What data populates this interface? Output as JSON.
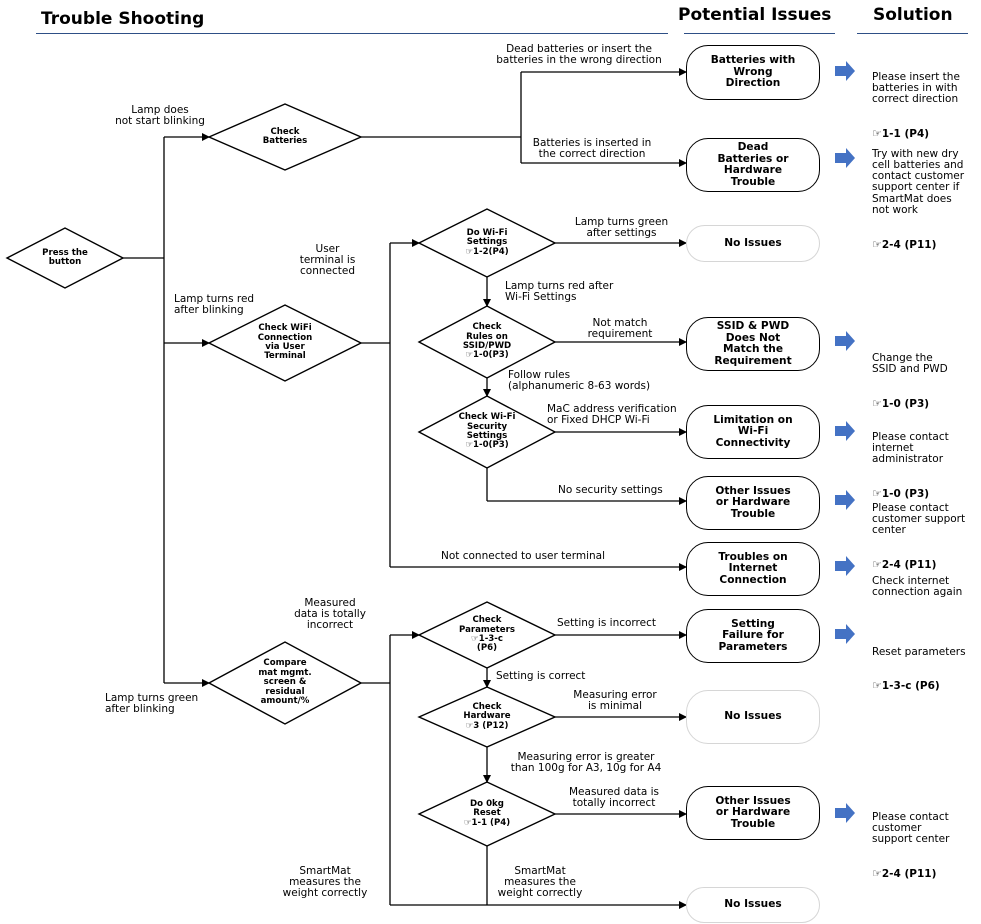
{
  "headers": {
    "trouble_shooting": "Trouble Shooting",
    "potential_issues": "Potential Issues",
    "solution": "Solution"
  },
  "decisions": {
    "press": "Press the\nbutton",
    "check_batteries": "Check\nBatteries",
    "check_wifi": "Check WiFi\nConnection\nvia User\nTerminal",
    "do_wifi": "Do Wi-Fi\nSettings\n☞1-2(P4)",
    "check_rules": "Check\nRules on\nSSID/PWD\n☞1-0(P3)",
    "check_security": "Check Wi-Fi\nSecurity\nSettings\n☞1-0(P3)",
    "compare": "Compare\nmat mgmt.\nscreen &\nresidual\namount/%",
    "check_params": "Check\nParameters\n☞1-3-c\n(P6)",
    "check_hardware": "Check\nHardware\n☞3 (P12)",
    "do_reset": "Do 0kg\nReset\n☞1-1 (P4)"
  },
  "issues": {
    "batteries_wrong": "Batteries with\nWrong\nDirection",
    "dead_batteries": "Dead\nBatteries or\nHardware\nTrouble",
    "no_issues_1": "No Issues",
    "ssid_pwd": "SSID & PWD\nDoes Not\nMatch the\nRequirement",
    "limitation": "Limitation on\nWi-Fi\nConnectivity",
    "other_1": "Other Issues\nor Hardware\nTrouble",
    "internet": "Troubles on\nInternet\nConnection",
    "setting_failure": "Setting\nFailure for\nParameters",
    "no_issues_2": "No Issues",
    "other_2": "Other Issues\nor Hardware\nTrouble",
    "no_issues_3": "No Issues"
  },
  "edge_labels": {
    "lamp_not_blink": "Lamp does\nnot start blinking",
    "lamp_red_blink": "Lamp turns red\nafter blinking",
    "lamp_green_blink": "Lamp turns green\nafter blinking",
    "dead_or_wrong": "Dead batteries or insert the\nbatteries in the wrong direction",
    "inserted_correct": "Batteries is inserted in\nthe correct direction",
    "user_connected": "User\nterminal is\nconnected",
    "green_after": "Lamp turns green\nafter settings",
    "red_after": "Lamp turns red after\nWi-Fi Settings",
    "not_match": "Not match\nrequirement",
    "follow_rules": "Follow rules\n(alphanumeric 8-63 words)",
    "mac_verify": "MaC address verification\nor Fixed DHCP Wi-Fi",
    "no_security": "No security settings",
    "not_connected": "Not connected to user terminal",
    "measured_incorrect_left": "Measured\ndata is totally\nincorrect",
    "setting_incorrect": "Setting is incorrect",
    "setting_correct": "Setting is correct",
    "measuring_minimal": "Measuring error\nis minimal",
    "measuring_greater": "Measuring error is greater\nthan 100g for A3, 10g for A4",
    "measured_incorrect_right": "Measured data is\ntotally incorrect",
    "smartmat_left": "SmartMat\nmeasures the\nweight correctly",
    "smartmat_right": "SmartMat\nmeasures the\nweight correctly"
  },
  "solutions": {
    "s1": {
      "text": "Please insert the\nbatteries in with\ncorrect direction",
      "ref": "1-1 (P4)"
    },
    "s2": {
      "text": "Try with new dry\ncell batteries and\ncontact customer\nsupport center if\nSmartMat does\nnot work",
      "ref": "2-4 (P11)"
    },
    "s3": {
      "text": "Change the\nSSID and PWD",
      "ref": "1-0 (P3)"
    },
    "s4": {
      "text": "Please contact\ninternet\nadministrator",
      "ref": "1-0 (P3)"
    },
    "s5": {
      "text": "Please contact\ncustomer support\ncenter",
      "ref": "2-4 (P11)"
    },
    "s6": {
      "text": "Check internet\nconnection again",
      "ref": ""
    },
    "s7": {
      "text": "Reset parameters",
      "ref": "1-3-c (P6)"
    },
    "s8": {
      "text": "Please contact\ncustomer\nsupport center",
      "ref": "2-4 (P11)"
    }
  },
  "colors": {
    "header_underline": "#2e4f86",
    "solution_arrow": "#4472c4",
    "faint_border": "#d6d6d6"
  },
  "icons": {
    "reference": "pointing-hand-icon",
    "solution_arrow": "right-arrow-icon"
  }
}
